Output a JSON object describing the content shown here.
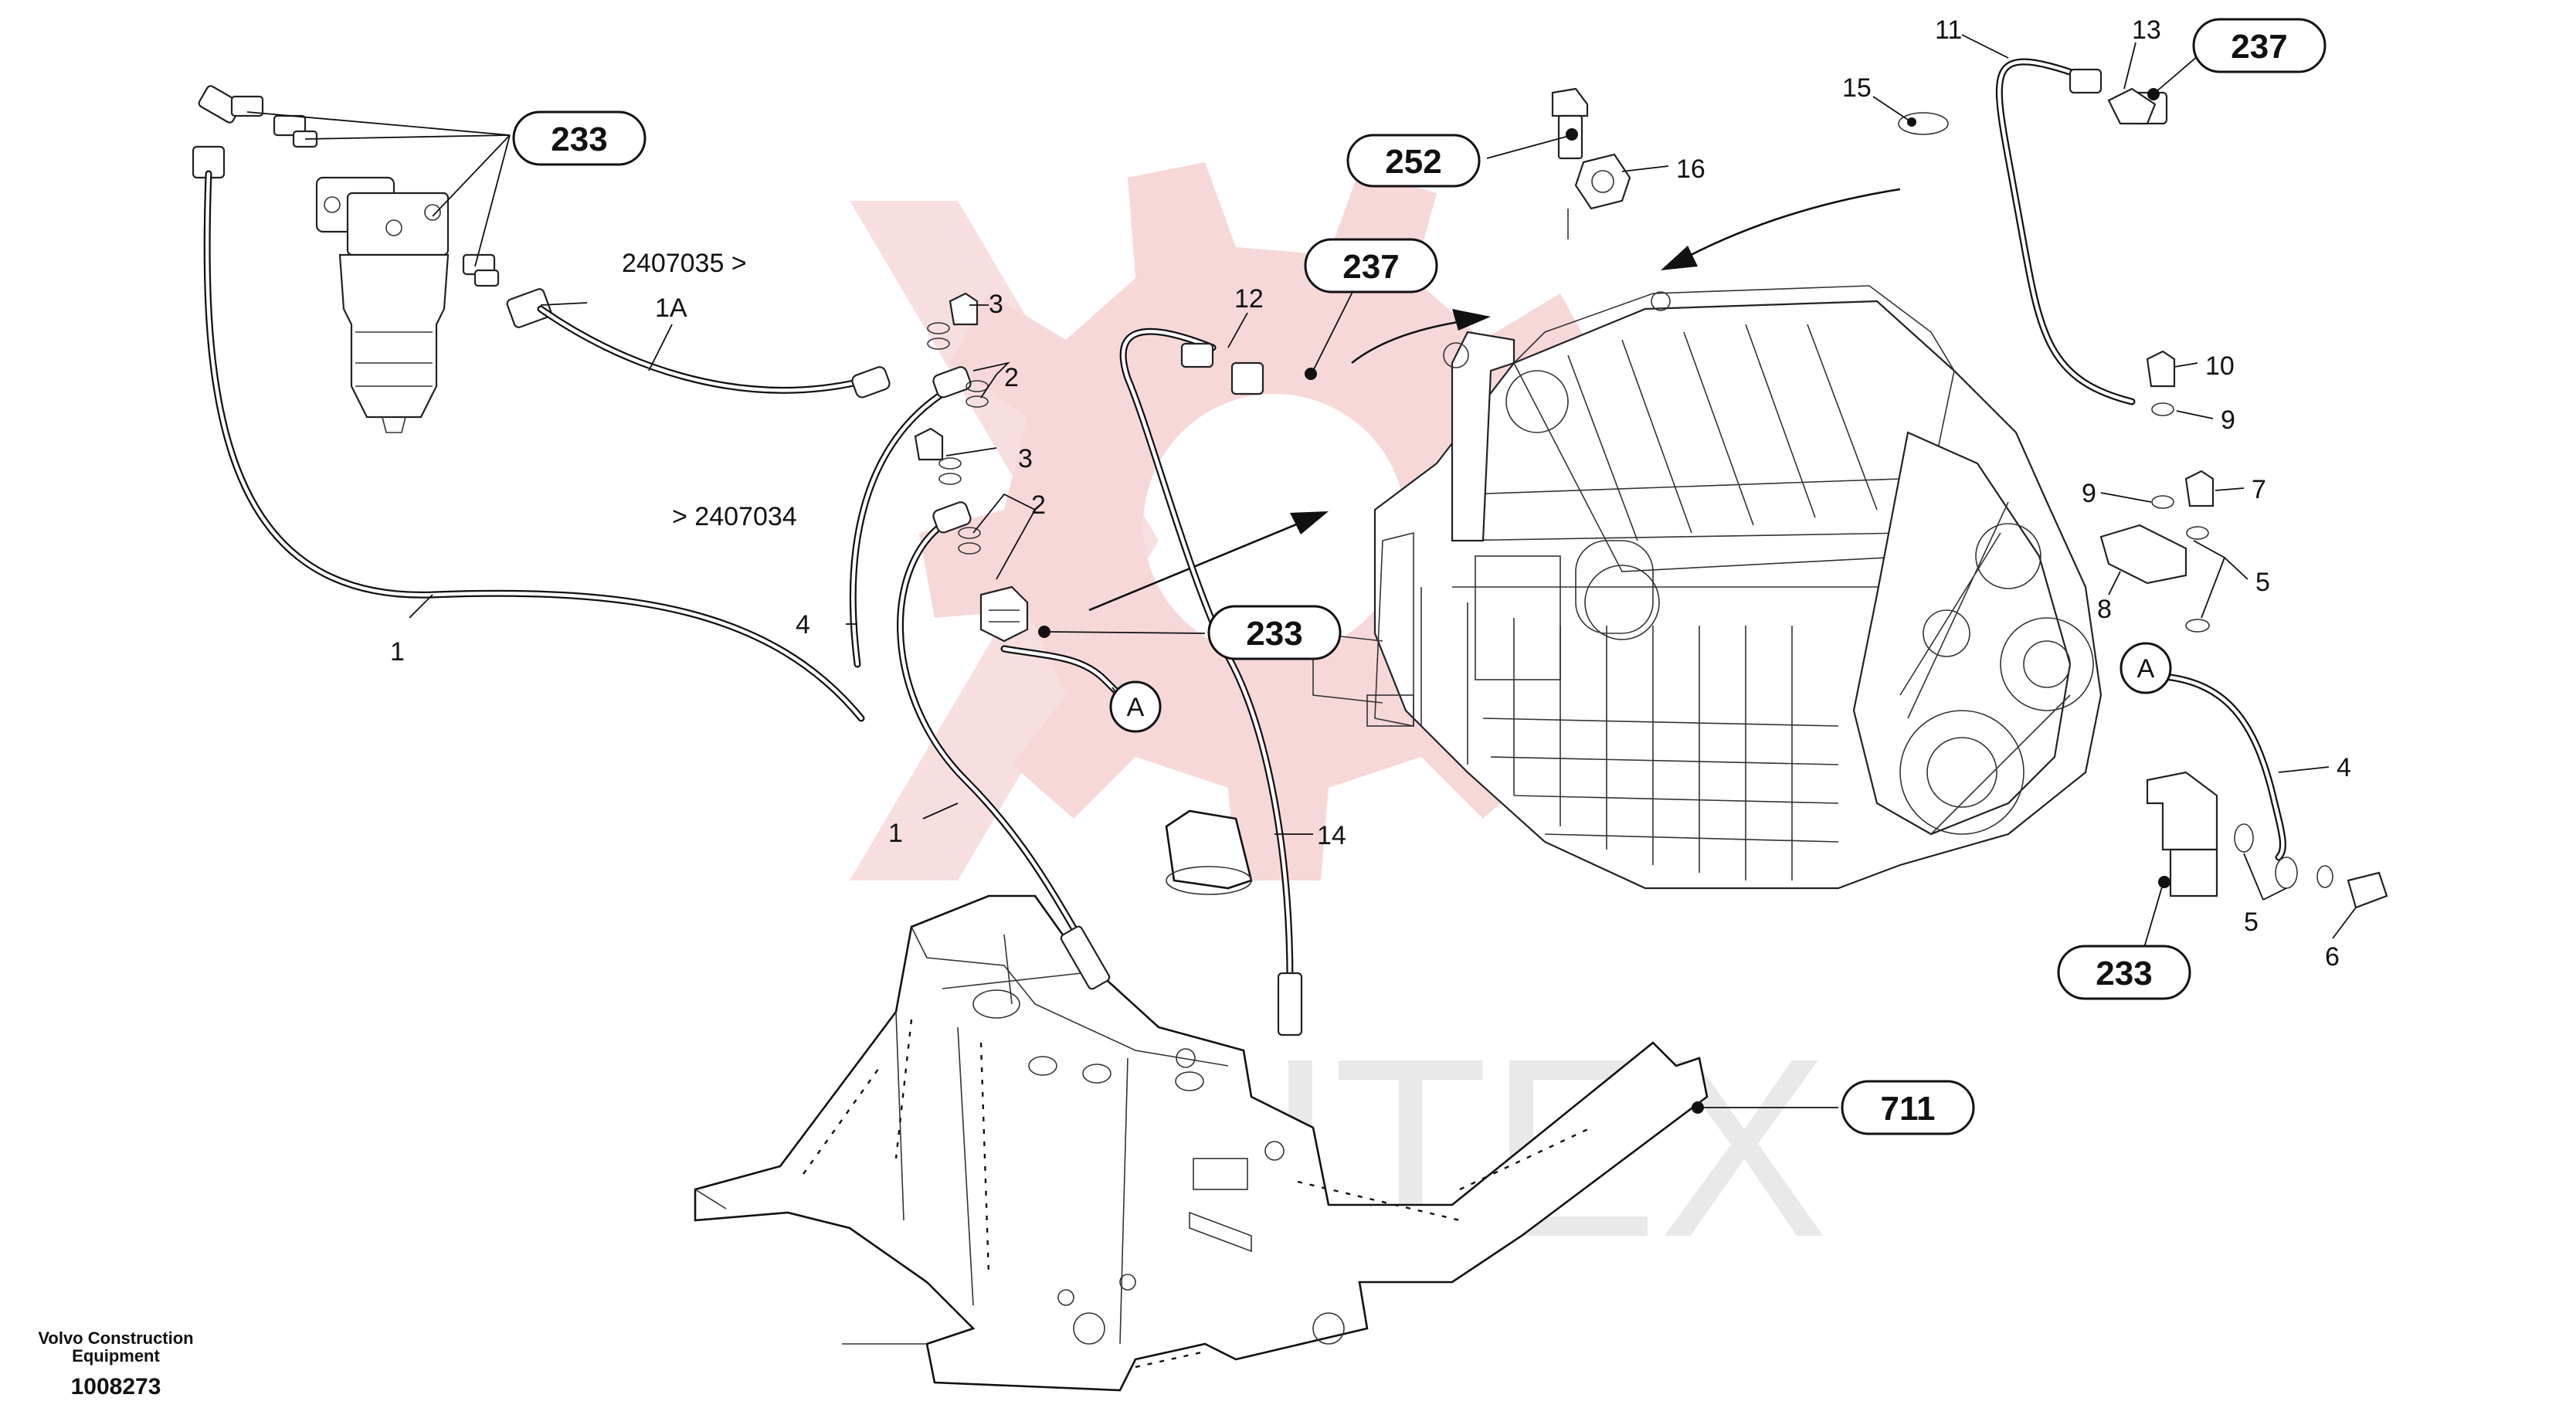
{
  "watermark": {
    "text": "ИНТЕХ",
    "color": "#e8b4b4"
  },
  "footer": {
    "publisher_line1": "Volvo Construction",
    "publisher_line2": "Equipment",
    "drawing_number": "1008273"
  },
  "serial_notes": {
    "from_serial": "2407035 >",
    "to_serial": "> 2407034"
  },
  "reference_callouts": [
    {
      "id": "ref-233-filter",
      "label": "233"
    },
    {
      "id": "ref-252",
      "label": "252"
    },
    {
      "id": "ref-237-top",
      "label": "237"
    },
    {
      "id": "ref-237-mid",
      "label": "237"
    },
    {
      "id": "ref-233-center",
      "label": "233"
    },
    {
      "id": "ref-233-bottom-right",
      "label": "233"
    },
    {
      "id": "ref-711",
      "label": "711"
    }
  ],
  "connection_markers": [
    {
      "id": "marker-a-left",
      "label": "A"
    },
    {
      "id": "marker-a-right",
      "label": "A"
    }
  ],
  "part_numbers": [
    {
      "id": "p-1a",
      "label": "1A"
    },
    {
      "id": "p-1-left",
      "label": "1"
    },
    {
      "id": "p-1-lower",
      "label": "1"
    },
    {
      "id": "p-2-upper",
      "label": "2"
    },
    {
      "id": "p-2-lower",
      "label": "2"
    },
    {
      "id": "p-3-upper",
      "label": "3"
    },
    {
      "id": "p-3-lower",
      "label": "3"
    },
    {
      "id": "p-4-left",
      "label": "4"
    },
    {
      "id": "p-4-right",
      "label": "4"
    },
    {
      "id": "p-5-upper",
      "label": "5"
    },
    {
      "id": "p-5-lower",
      "label": "5"
    },
    {
      "id": "p-6",
      "label": "6"
    },
    {
      "id": "p-7",
      "label": "7"
    },
    {
      "id": "p-8",
      "label": "8"
    },
    {
      "id": "p-9-upper",
      "label": "9"
    },
    {
      "id": "p-9-lower",
      "label": "9"
    },
    {
      "id": "p-10",
      "label": "10"
    },
    {
      "id": "p-11",
      "label": "11"
    },
    {
      "id": "p-12",
      "label": "12"
    },
    {
      "id": "p-13",
      "label": "13"
    },
    {
      "id": "p-14",
      "label": "14"
    },
    {
      "id": "p-15",
      "label": "15"
    },
    {
      "id": "p-16",
      "label": "16"
    }
  ]
}
